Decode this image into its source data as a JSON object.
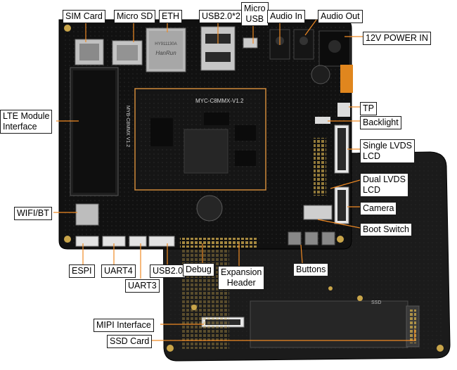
{
  "colors": {
    "leader": "#f08a24",
    "pcb": "#111111",
    "board_lower": "#1a1a1a",
    "gold": "#b8942e"
  },
  "labels": {
    "sim_card": "SIM Card",
    "micro_sd": "Micro SD",
    "eth": "ETH",
    "usb20x2": "USB2.0*2",
    "micro_usb_1": "Micro",
    "micro_usb_2": "USB",
    "audio_in": "Audio In",
    "audio_out": "Audio Out",
    "power_in": "12V POWER IN",
    "lte_1": "LTE Module",
    "lte_2": "Interface",
    "tp": "TP",
    "backlight": "Backlight",
    "single_lvds_1": "Single LVDS",
    "single_lvds_2": "LCD",
    "dual_lvds_1": "Dual LVDS",
    "dual_lvds_2": "LCD",
    "camera": "Camera",
    "wifi_bt": "WIFI/BT",
    "boot_switch": "Boot Switch",
    "espi": "ESPI",
    "uart4": "UART4",
    "usb20": "USB2.0",
    "debug": "Debug",
    "expansion_1": "Expansion",
    "expansion_2": "Header",
    "buttons": "Buttons",
    "uart3": "UART3",
    "mipi": "MIPI Interface",
    "ssd": "SSD Card"
  },
  "silkscreen": {
    "som_name": "MYC-C8MMX-V1.2",
    "board_name": "MYB-C8MMX V1.2",
    "eth_brand": "HanRun",
    "eth_part": "HY911130A",
    "ssd_tag": "SSD"
  }
}
